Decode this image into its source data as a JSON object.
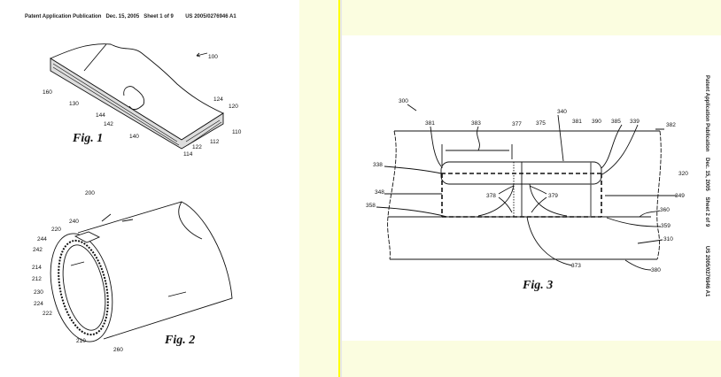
{
  "sheet1": {
    "header": {
      "title": "Patent Application Publication",
      "date": "Dec. 15, 2005",
      "sheet": "Sheet 1 of 9",
      "number": "US 2005/0276946 A1"
    },
    "fig1": {
      "caption": "Fig. 1",
      "labels": [
        "100",
        "160",
        "130",
        "144",
        "142",
        "140",
        "124",
        "120",
        "110",
        "112",
        "122",
        "114"
      ]
    },
    "fig2": {
      "caption": "Fig. 2",
      "labels": [
        "200",
        "240",
        "220",
        "244",
        "242",
        "214",
        "212",
        "230",
        "224",
        "222",
        "210",
        "260"
      ]
    }
  },
  "sheet2": {
    "header": {
      "title": "Patent Application Publication",
      "date": "Dec. 15, 2005",
      "sheet": "Sheet 2 of 9",
      "number": "US 2005/0276946 A1"
    },
    "fig3": {
      "caption": "Fig. 3",
      "labels": [
        "300",
        "381",
        "383",
        "377",
        "375",
        "340",
        "381",
        "390",
        "385",
        "339",
        "382",
        "338",
        "348",
        "358",
        "378",
        "379",
        "320",
        "349",
        "360",
        "359",
        "310",
        "373",
        "380"
      ]
    }
  },
  "colors": {
    "gutter": "#fbfde0",
    "divider": "#ffff00"
  }
}
